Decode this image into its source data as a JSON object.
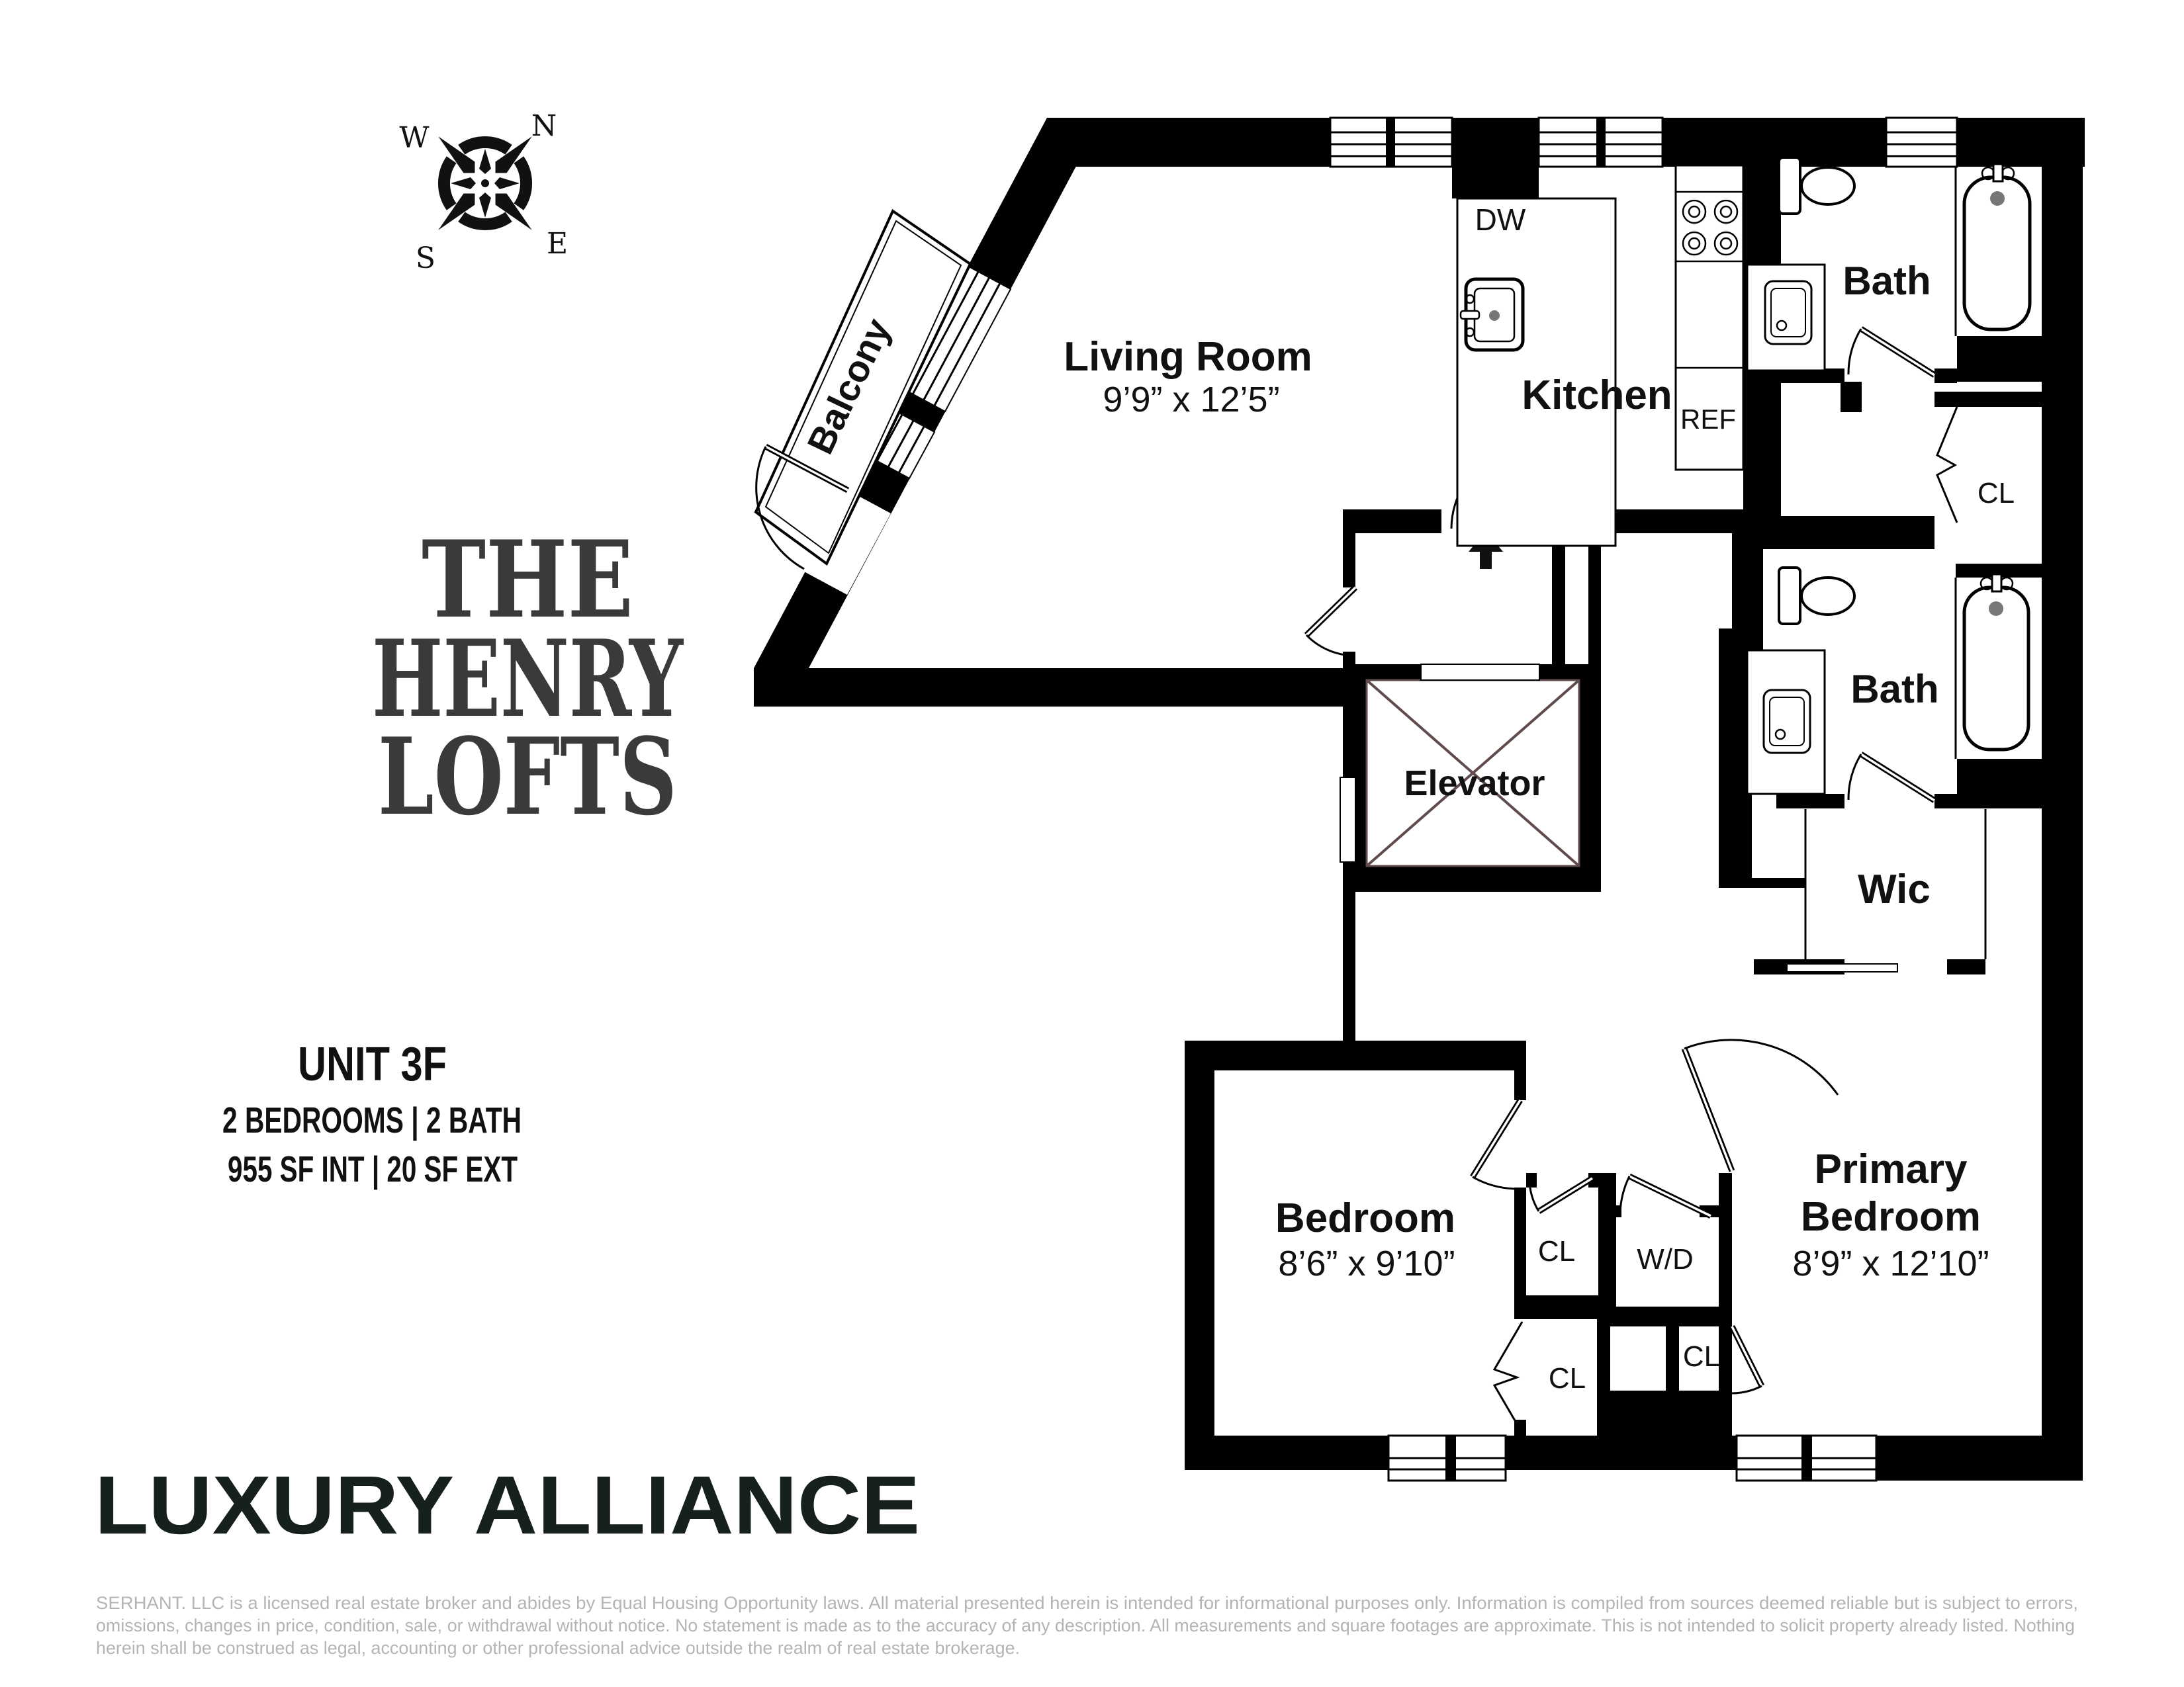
{
  "branding": {
    "building_line1": "THE",
    "building_line2": "HENRY",
    "building_line3": "LOFTS",
    "brokerage": "LUXURY ALLIANCE"
  },
  "compass": {
    "north": "N",
    "south": "S",
    "east": "E",
    "west": "W"
  },
  "unit": {
    "name": "UNIT 3F",
    "beds_baths": "2 BEDROOMS | 2 BATH",
    "area": "955 SF INT | 20 SF EXT"
  },
  "rooms": {
    "living": {
      "name": "Living Room",
      "dims": "9’9” x 12’5”"
    },
    "kitchen": {
      "name": "Kitchen"
    },
    "bath1": {
      "name": "Bath"
    },
    "bath2": {
      "name": "Bath"
    },
    "wic": {
      "name": "Wic"
    },
    "elevator": {
      "name": "Elevator"
    },
    "balcony": {
      "name": "Balcony"
    },
    "bedroom": {
      "name": "Bedroom",
      "dims": "8’6” x 9’10”"
    },
    "primary": {
      "name_line1": "Primary",
      "name_line2": "Bedroom",
      "dims": "8’9” x 12’10”"
    }
  },
  "fixtures": {
    "dishwasher": "DW",
    "refrigerator": "REF",
    "washer_dryer": "W/D",
    "closet": "CL"
  },
  "disclaimer": {
    "line1": "SERHANT. LLC is a licensed real estate broker and abides by Equal Housing Opportunity laws. All material presented herein is intended for informational purposes only. Information is compiled from sources deemed reliable but is subject to errors,",
    "line2": "omissions, changes in price, condition, sale, or withdrawal without notice. No statement is made as to the accuracy of any description. All measurements and square footages are approximate. This is not intended to solicit property already listed. Nothing",
    "line3": "herein shall be construed as legal, accounting or other professional advice outside the realm of real estate brokerage."
  },
  "colors": {
    "wall": "#000000",
    "elevator_x": "#5f4b4b",
    "title_text": "#3a3a3a",
    "logo_text": "#16211d",
    "disclaimer_text": "#b4b4b4"
  }
}
